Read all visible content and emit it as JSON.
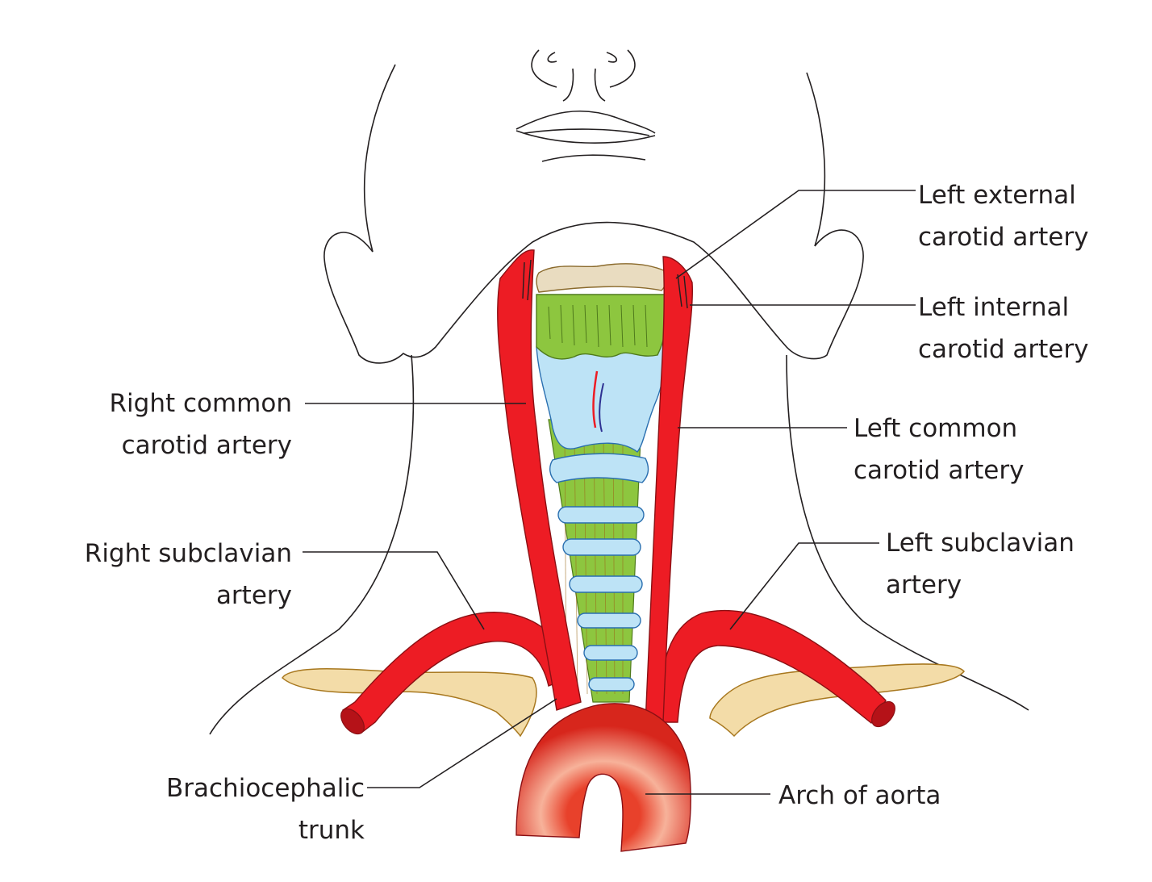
{
  "labels": {
    "left_external_carotid": [
      "Left external",
      "carotid artery"
    ],
    "left_internal_carotid": [
      "Left internal",
      "carotid artery"
    ],
    "right_common_carotid": [
      "Right common",
      "carotid artery"
    ],
    "left_common_carotid": [
      "Left common",
      "carotid artery"
    ],
    "right_subclavian": [
      "Right subclavian",
      "artery"
    ],
    "left_subclavian": [
      "Left subclavian",
      "artery"
    ],
    "brachiocephalic_trunk": [
      "Brachiocephalic",
      "trunk"
    ],
    "arch_of_aorta": [
      "Arch of aorta"
    ]
  },
  "colors": {
    "artery": "#ed1c24",
    "artery_outline": "#8b1014",
    "trachea_muscle": "#8dc63f",
    "cartilage": "#bde3f6",
    "hyoid": "#e9dcc0",
    "clavicle": "#f3dca8",
    "outline": "#231f20"
  }
}
